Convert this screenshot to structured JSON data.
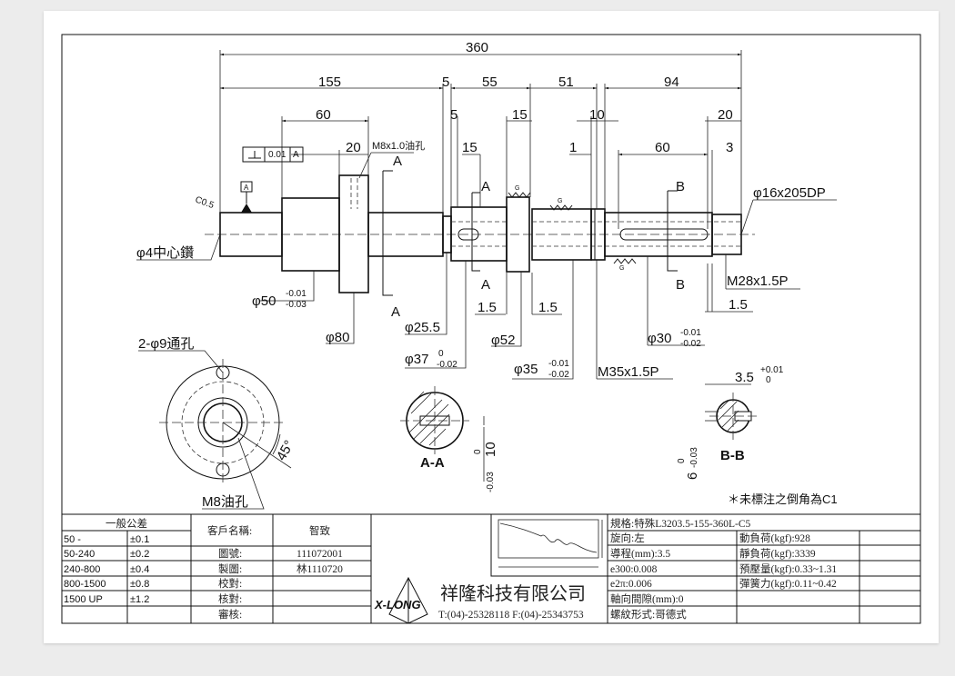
{
  "dims": {
    "overall": "360",
    "d155": "155",
    "d5a": "5",
    "d55": "55",
    "d51": "51",
    "d94": "94",
    "d60a": "60",
    "d5b": "5",
    "d15a": "15",
    "d10": "10",
    "d20a": "20",
    "d20b": "20",
    "d15b": "15",
    "d1": "1",
    "d60b": "60",
    "d3": "3",
    "d1_5a": "1.5",
    "d1_5b": "1.5",
    "d1_5c": "1.5",
    "oil_hole": "M8x1.0油孔",
    "center_drill": "φ4中心鑽",
    "chamfer": "C0.5",
    "phi50": "φ50",
    "phi50_tol_u": "-0.01",
    "phi50_tol_l": "-0.03",
    "phi80": "φ80",
    "phi25": "φ25.5",
    "phi37": "φ37",
    "phi37_tol_u": "0",
    "phi37_tol_l": "-0.02",
    "phi52": "φ52",
    "phi35": "φ35",
    "phi35_tol_u": "-0.01",
    "phi35_tol_l": "-0.02",
    "m35": "M35x1.5P",
    "phi30": "φ30",
    "phi30_tol_u": "-0.01",
    "phi30_tol_l": "-0.02",
    "m28": "M28x1.5P",
    "phi16": "φ16x205DP",
    "tol_frame_value": "0.01",
    "datum": "A",
    "sec_a": "A",
    "sec_b": "B",
    "grind": "G",
    "holes": "2-φ9通孔",
    "oil_m8": "M8油孔",
    "angle": "45°",
    "aa_label": "A-A",
    "aa_dim": "10",
    "aa_tol_u": "0",
    "aa_tol_l": "-0.03",
    "bb_label": "B-B",
    "bb_dim": "3.5",
    "bb_tol_u": "+0.01",
    "bb_tol_l": "0",
    "bb_dim2": "6",
    "bb_tol2_u": "0",
    "bb_tol2_l": "-0.03",
    "note": "＊未標注之倒角為C1"
  },
  "title_block": {
    "tolerance_header": "一般公差",
    "tolerances": [
      {
        "range": "50 -",
        "tol": "±0.1"
      },
      {
        "range": "50-240",
        "tol": "±0.2"
      },
      {
        "range": "240-800",
        "tol": "±0.4"
      },
      {
        "range": "800-1500",
        "tol": "±0.8"
      },
      {
        "range": "1500 UP",
        "tol": "±1.2"
      }
    ],
    "customer_label": "客戶名稱:",
    "customer": "智致",
    "drawing_no_label": "圖號:",
    "drawing_no": "111072001",
    "drawn_label": "製圖:",
    "drawn": "林1110720",
    "check_label": "校對:",
    "verify_label": "核對:",
    "approve_label": "審核:",
    "company": "祥隆科技有限公司",
    "contact": "T:(04)-25328118   F:(04)-25343753",
    "logo": "X-LONG",
    "spec": "規格:特殊L3203.5-155-360L-C5",
    "specs_left": [
      "旋向:左",
      "導程(mm):3.5",
      "e300:0.008",
      "e2π:0.006",
      "軸向間隙(mm):0",
      "螺紋形式:哥德式"
    ],
    "specs_right": [
      "動負荷(kgf):928",
      "靜負荷(kgf):3339",
      "預壓量(kgf):0.33~1.31",
      "彈簧力(kgf):0.11~0.42"
    ]
  }
}
